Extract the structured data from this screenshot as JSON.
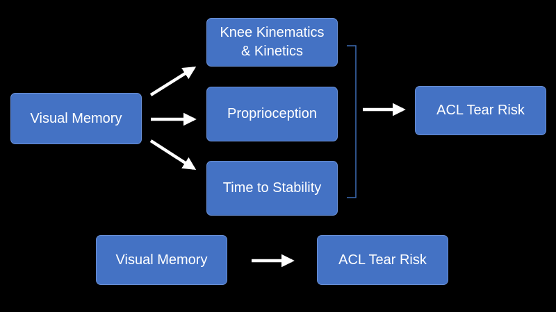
{
  "diagram": {
    "top": {
      "source": "Visual Memory",
      "mediators": [
        "Knee Kinematics\n& Kinetics",
        "Proprioception",
        "Time to Stability"
      ],
      "outcome": "ACL Tear Risk"
    },
    "bottom": {
      "source": "Visual Memory",
      "outcome": "ACL Tear Risk"
    }
  },
  "colors": {
    "background": "#000000",
    "box_fill": "#4472C4",
    "box_border": "#6A90D6",
    "text": "#FFFFFF",
    "arrow": "#FFFFFF",
    "bracket": "#3E6DB5"
  }
}
